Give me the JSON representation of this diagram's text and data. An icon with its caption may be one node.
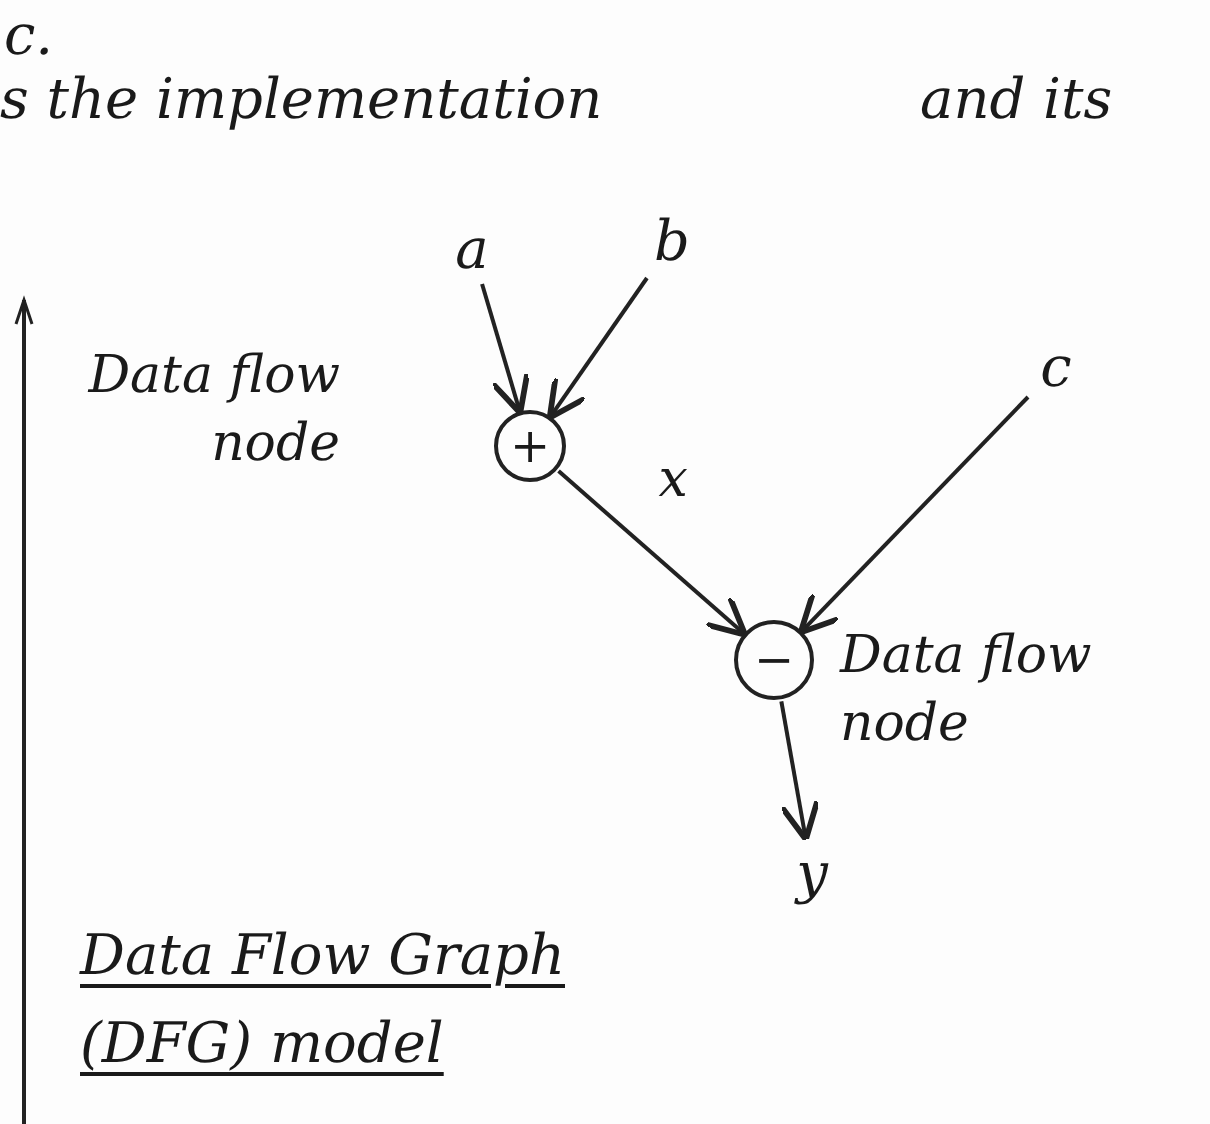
{
  "diagram": {
    "nodes": [
      {
        "text": [
          "a"
        ]
      },
      {
        "text": [
          "b"
        ]
      },
      {
        "text": [
          "+"
        ],
        "beside": [
          "Data flow node"
        ]
      },
      {
        "text": [
          "c"
        ]
      },
      {
        "text": [
          "−"
        ],
        "beside": [
          "Data flow node"
        ]
      },
      {
        "text": [
          "y"
        ]
      }
    ],
    "edges": [
      {
        "from": 0,
        "to": 2,
        "arrow": "to"
      },
      {
        "from": 1,
        "to": 2,
        "arrow": "to"
      },
      {
        "from": 2,
        "to": 4,
        "label": "x",
        "arrow": "to"
      },
      {
        "from": 3,
        "to": 4,
        "arrow": "to"
      },
      {
        "from": 4,
        "to": 5,
        "arrow": "to"
      }
    ],
    "labels": [
      "c.",
      "s the implementation",
      "and its",
      "Data Flow Graph",
      "(DFG) model"
    ]
  }
}
